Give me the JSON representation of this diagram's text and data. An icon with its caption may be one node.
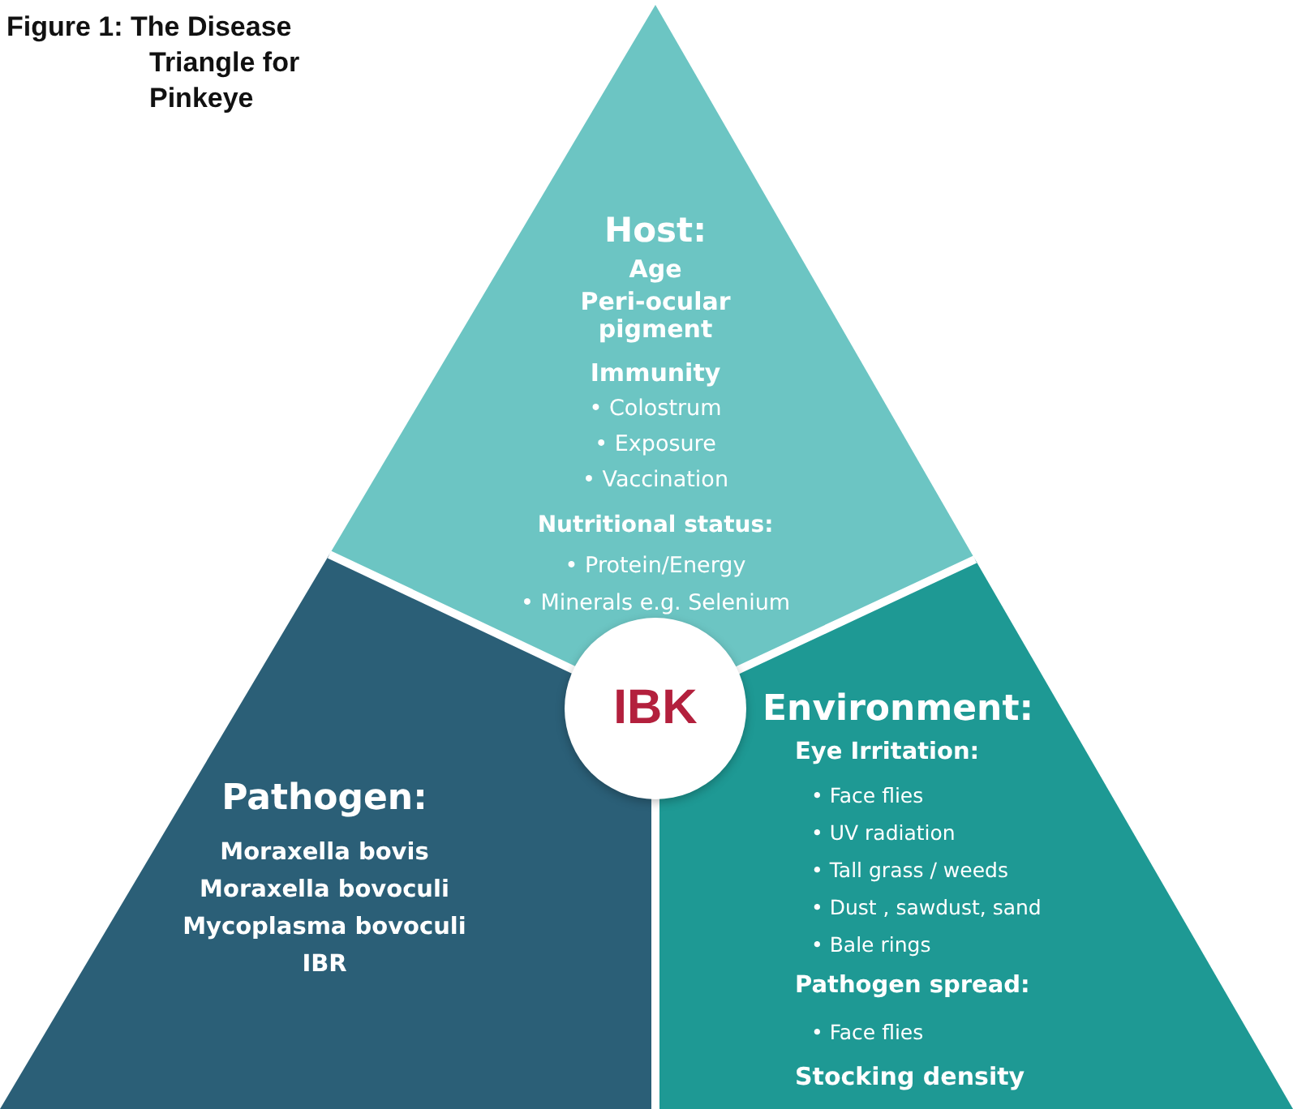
{
  "diagram": {
    "title": "Figure 1: The Disease Triangle for Pinkeye",
    "nodes": [
      {
        "text": [
          "Host:",
          "Age",
          "Peri-ocular pigment",
          "Immunity",
          "• Colostrum",
          "• Exposure",
          "• Vaccination",
          "Nutritional status:",
          "• Protein/Energy",
          "• Minerals e.g. Selenium"
        ]
      },
      {
        "text": [
          "IBK"
        ]
      },
      {
        "text": [
          "Pathogen:",
          "Moraxella bovis",
          "Moraxella bovoculi",
          "Mycoplasma bovoculi",
          "IBR"
        ]
      },
      {
        "text": [
          "Environment:",
          "Eye Irritation:",
          "• Face flies",
          "• UV radiation",
          "• Tall grass / weeds",
          "• Dust , sawdust, sand",
          "• Bale rings",
          "Pathogen spread:",
          "• Face flies",
          "Stocking density"
        ]
      }
    ],
    "edges": []
  }
}
